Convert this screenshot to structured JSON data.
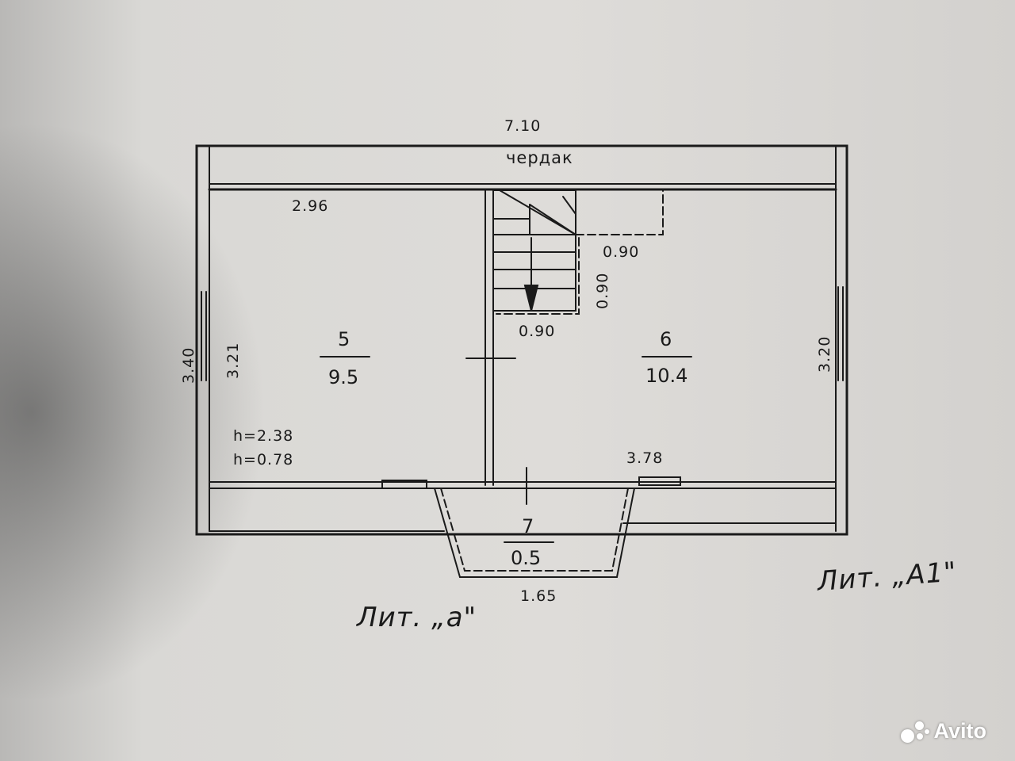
{
  "dimensions": {
    "top_overall": "7.10",
    "room5_width": "2.96",
    "room6_width": "3.78",
    "left_outer_height": "3.40",
    "room5_height": "3.21",
    "room6_height": "3.20",
    "stair_landing_width": "0.90",
    "stair_landing_height": "0.90",
    "stair_bottom_width": "0.90",
    "porch_width": "1.65",
    "ceiling_height_1": "h=2.38",
    "ceiling_height_2": "h=0.78"
  },
  "rooms": {
    "attic_label": "чердак",
    "room5_number": "5",
    "room5_area": "9.5",
    "room6_number": "6",
    "room6_area": "10.4",
    "room7_number": "7",
    "room7_area": "0.5"
  },
  "letters": {
    "lit_a_small": "Лит. „а\"",
    "lit_a1": "Лит. „А1\""
  },
  "watermark": {
    "brand": "Avito",
    "icon": "avito-logo-icon"
  },
  "colors": {
    "ink": "#1a1a1a",
    "paper": "#dcdad7"
  }
}
